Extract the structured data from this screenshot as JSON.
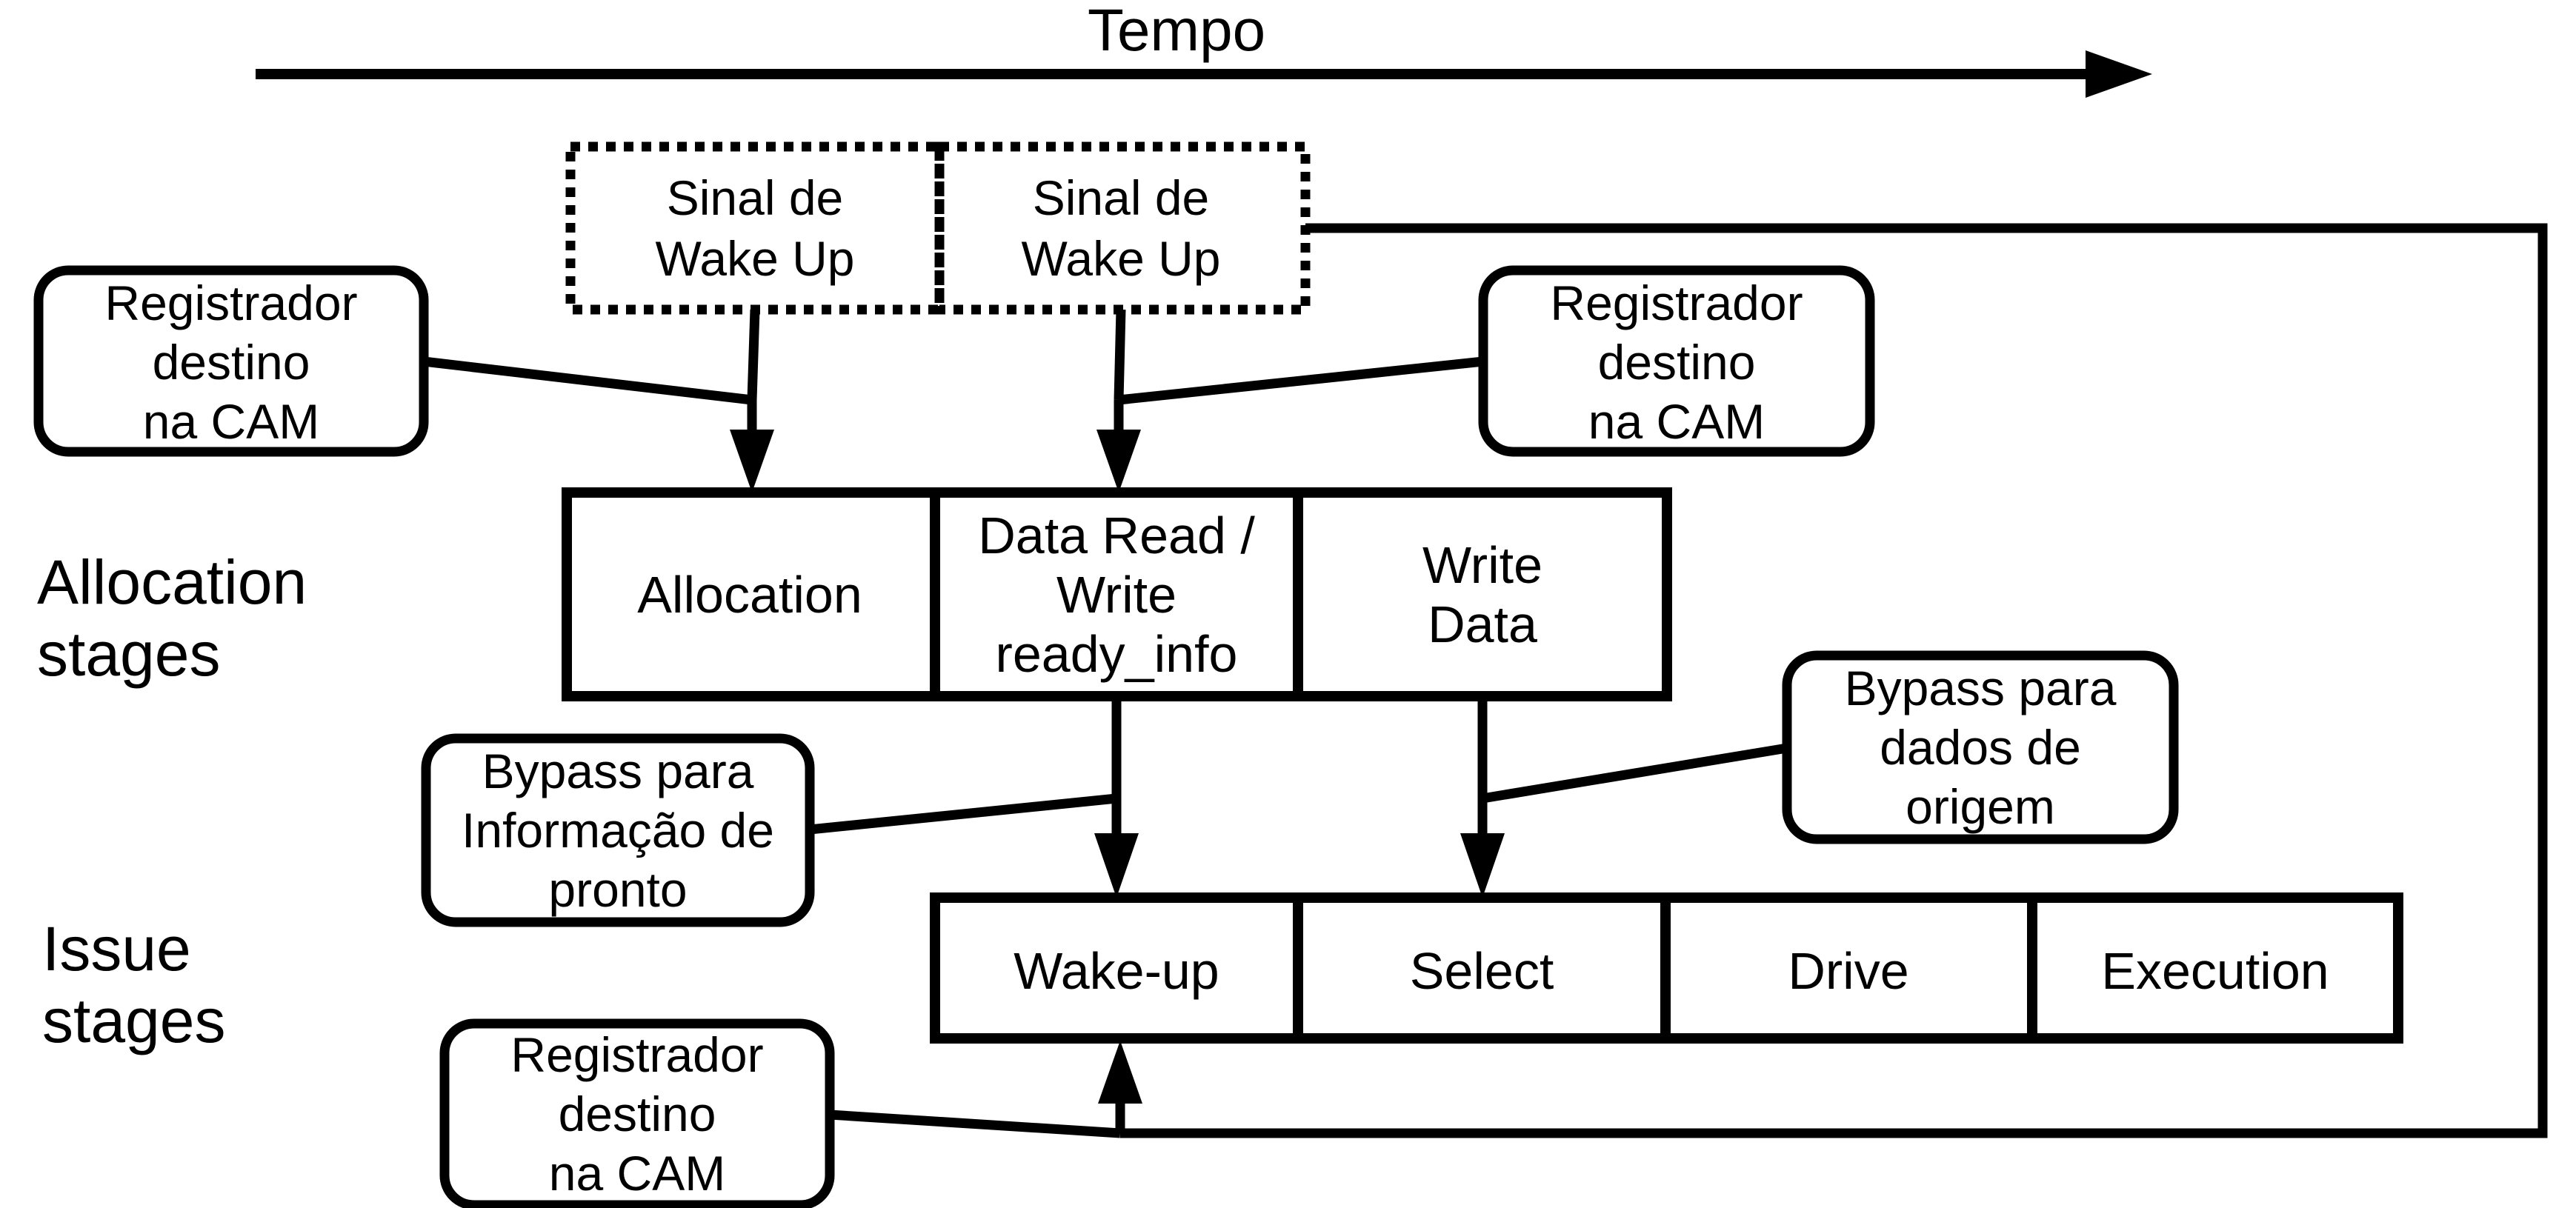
{
  "time_axis": {
    "label": "Tempo"
  },
  "wakeup_signals": [
    {
      "line1": "Sinal de",
      "line2": "Wake Up"
    },
    {
      "line1": "Sinal de",
      "line2": "Wake Up"
    }
  ],
  "callouts": {
    "dest_reg_left": {
      "lines": [
        "Registrador",
        "destino",
        "na CAM"
      ]
    },
    "dest_reg_right": {
      "lines": [
        "Registrador",
        "destino",
        "na CAM"
      ]
    },
    "dest_reg_bottom": {
      "lines": [
        "Registrador",
        "destino",
        "na CAM"
      ]
    },
    "bypass_ready": {
      "lines": [
        "Bypass para",
        "Informação de",
        "pronto"
      ]
    },
    "bypass_data": {
      "lines": [
        "Bypass para",
        "dados de",
        "origem"
      ]
    }
  },
  "row_labels": {
    "allocation": {
      "line1": "Allocation",
      "line2": "stages"
    },
    "issue": {
      "line1": "Issue",
      "line2": "stages"
    }
  },
  "allocation_stages": {
    "allocation": "Allocation",
    "data_rw": {
      "line1": "Data Read /",
      "line2": "Write",
      "line3": "ready_info"
    },
    "write_data": {
      "line1": "Write",
      "line2": "Data"
    }
  },
  "issue_stages": {
    "wakeup": "Wake-up",
    "select": "Select",
    "drive": "Drive",
    "execution": "Execution"
  }
}
